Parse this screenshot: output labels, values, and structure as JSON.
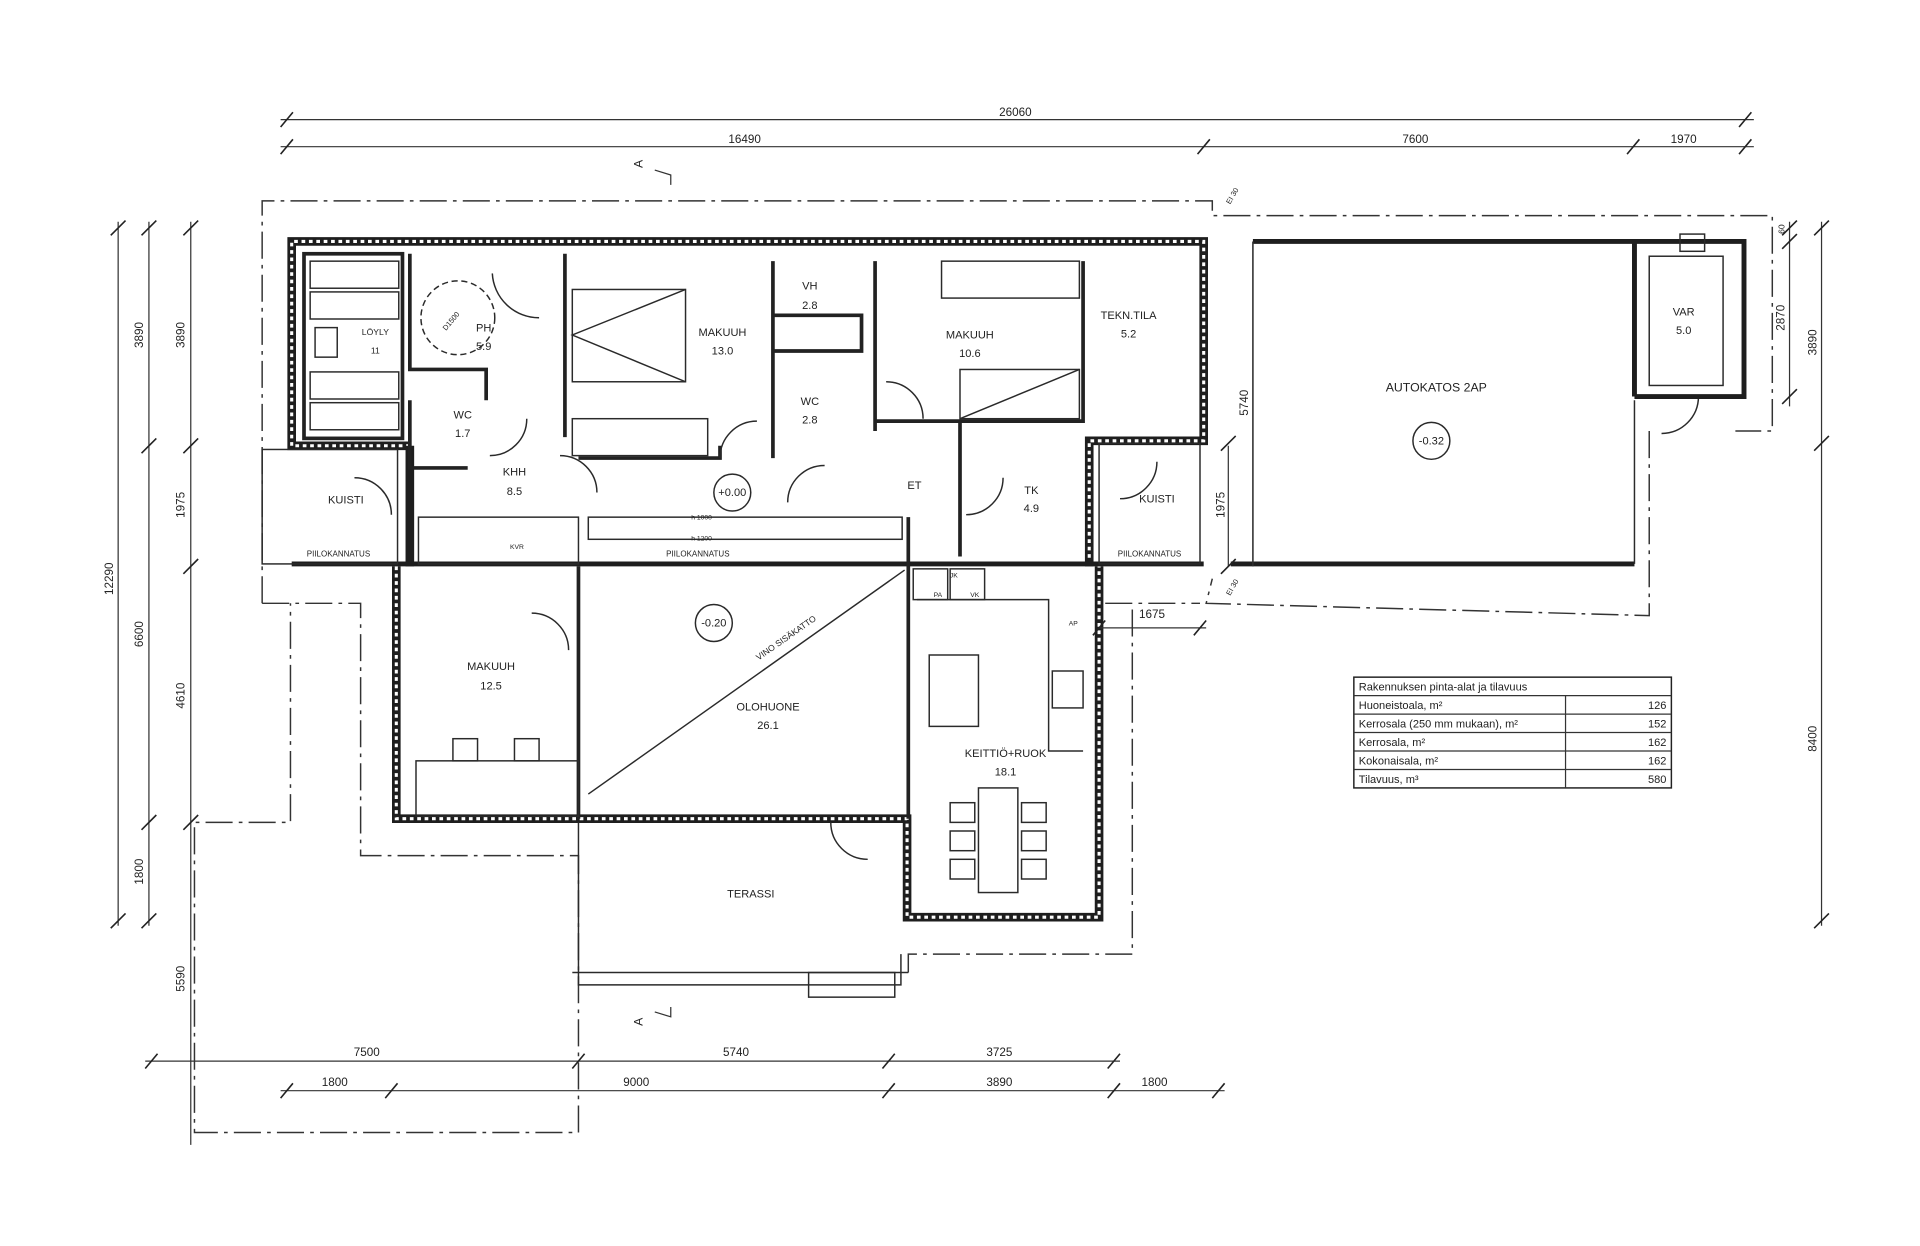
{
  "rooms": {
    "ph": {
      "name": "PH",
      "area": "5.9"
    },
    "loyly": {
      "name": "LÖYLY",
      "area": "11"
    },
    "wc1": {
      "name": "WC",
      "area": "1.7"
    },
    "khh": {
      "name": "KHH",
      "area": "8.5"
    },
    "makuuh1": {
      "name": "MAKUUH",
      "area": "13.0"
    },
    "vh": {
      "name": "VH",
      "area": "2.8"
    },
    "wc2": {
      "name": "WC",
      "area": "2.8"
    },
    "makuuh2": {
      "name": "MAKUUH",
      "area": "10.6"
    },
    "tekn": {
      "name": "TEKN.TILA",
      "area": "5.2"
    },
    "kuisti_left": {
      "name": "KUISTI"
    },
    "kuisti_right": {
      "name": "KUISTI"
    },
    "et": {
      "name": "ET"
    },
    "tk": {
      "name": "TK",
      "area": "4.9"
    },
    "autokatos": {
      "name": "AUTOKATOS 2AP"
    },
    "var": {
      "name": "VAR",
      "area": "5.0"
    },
    "makuuh3": {
      "name": "MAKUUH",
      "area": "12.5"
    },
    "olohuone": {
      "name": "OLOHUONE",
      "area": "26.1"
    },
    "keittio": {
      "name": "KEITTIÖ+RUOK",
      "area": "18.1"
    },
    "terassi": {
      "name": "TERASSI"
    }
  },
  "levels": {
    "main": "+0.00",
    "garage": "-0.32",
    "living": "-0.20"
  },
  "annotations": {
    "vino": "VINO SISÄKATTO",
    "piilo": "PIILOKANNATUS",
    "h1000": "h 1000",
    "h1200": "h 1200",
    "d1500": "D1500",
    "section": "A",
    "ei30": "EI 30",
    "kvr": "KVR",
    "pa": "PA",
    "vk": "VK",
    "jk": "JK",
    "ap": "AP"
  },
  "dimensions": {
    "top_total": "26060",
    "top": [
      "16490",
      "7600",
      "1970"
    ],
    "left_total": "12290",
    "left_a": [
      "3890",
      "6600",
      "1800"
    ],
    "left_b": [
      "3890",
      "1975",
      "4610",
      "5590"
    ],
    "right": [
      "3890",
      "8400"
    ],
    "right_b": [
      "60",
      "2870"
    ],
    "garage": [
      "5740",
      "1975"
    ],
    "kitchen_side": "1675",
    "bottom_a": [
      "7500",
      "5740",
      "3725"
    ],
    "bottom_b": [
      "1800",
      "9000",
      "3890",
      "1800"
    ]
  },
  "area_table": {
    "title": "Rakennuksen pinta-alat ja tilavuus",
    "rows": [
      {
        "label": "Huoneistoala, m²",
        "value": "126"
      },
      {
        "label": "Kerrosala (250 mm mukaan), m²",
        "value": "152"
      },
      {
        "label": "Kerrosala, m²",
        "value": "162"
      },
      {
        "label": "Kokonaisala, m²",
        "value": "162"
      },
      {
        "label": "Tilavuus, m³",
        "value": "580"
      }
    ]
  }
}
